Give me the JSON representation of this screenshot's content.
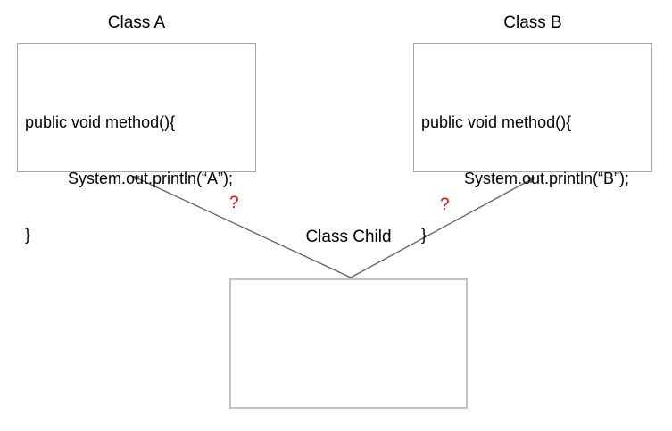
{
  "diagram": {
    "nodes": {
      "class_a": {
        "title": "Class A",
        "code_lines": [
          "public void method(){",
          "System.out.println(“A”);",
          "}"
        ]
      },
      "class_b": {
        "title": "Class B",
        "code_lines": [
          "public void method(){",
          "System.out.println(“B”);",
          "}"
        ]
      },
      "class_child": {
        "title": "Class Child",
        "body": ""
      }
    },
    "edges": {
      "child_to_a_label": "?",
      "child_to_b_label": "?"
    },
    "colors": {
      "background": "#ffffff",
      "text": "#000000",
      "box_border": "#a6a6a6",
      "child_box_border": "#c2c2c2",
      "arrow": "#616161",
      "question_mark": "#ff0000"
    }
  }
}
